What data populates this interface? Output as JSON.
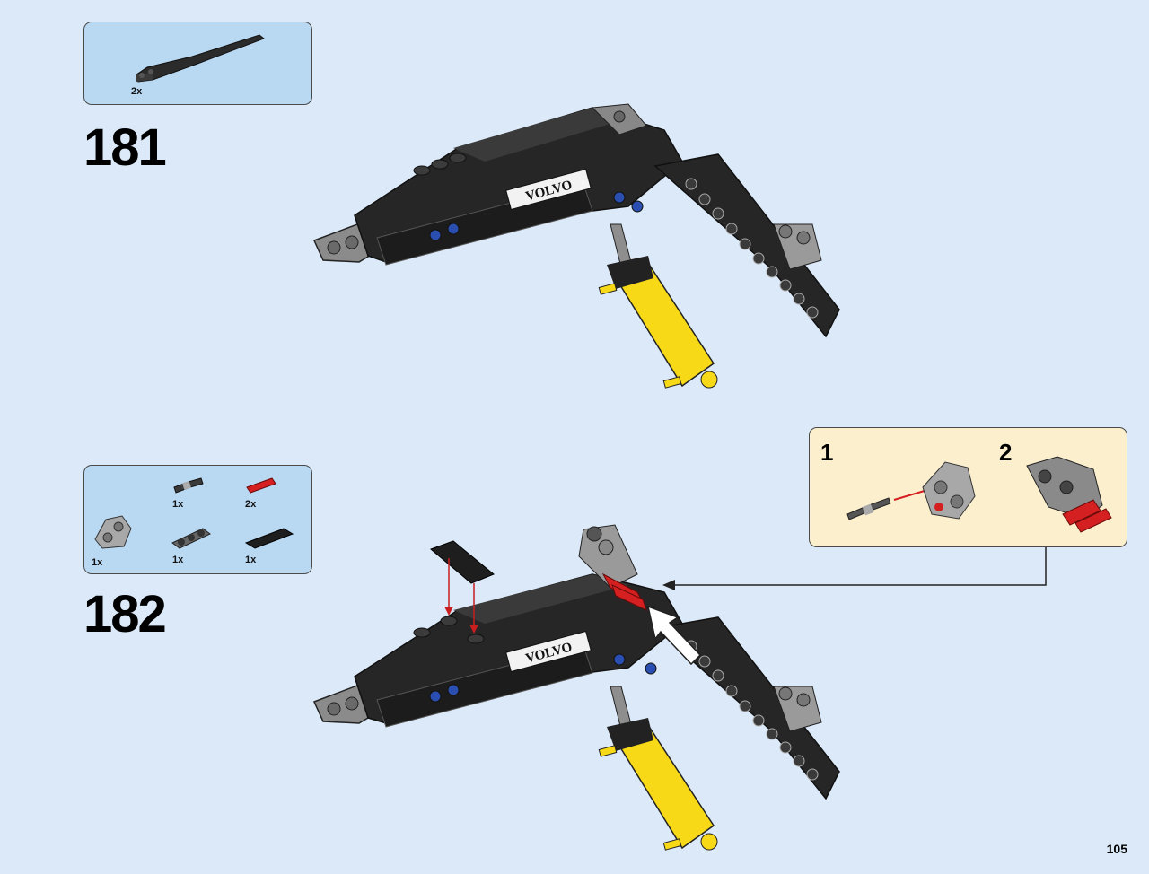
{
  "page": {
    "number": "105"
  },
  "step181": {
    "number": "181",
    "parts": [
      {
        "name": "curved-panel",
        "qty": "2x"
      }
    ],
    "model_label": "VOLVO"
  },
  "step182": {
    "number": "182",
    "parts": [
      {
        "name": "pin-with-axle",
        "qty": "1x"
      },
      {
        "name": "red-axle-pin",
        "qty": "2x"
      },
      {
        "name": "gray-connector",
        "qty": "1x"
      },
      {
        "name": "beam-3",
        "qty": "1x"
      },
      {
        "name": "black-tile",
        "qty": "1x"
      }
    ],
    "model_label": "VOLVO",
    "substeps": [
      {
        "number": "1"
      },
      {
        "number": "2"
      }
    ]
  },
  "colors": {
    "background": "#dce9f8",
    "parts_box": "#b9d8f2",
    "subassembly_box": "#fbefcd",
    "red_part": "#d42020",
    "yellow_cylinder": "#f7d917",
    "arrow": "#c81e1e"
  }
}
